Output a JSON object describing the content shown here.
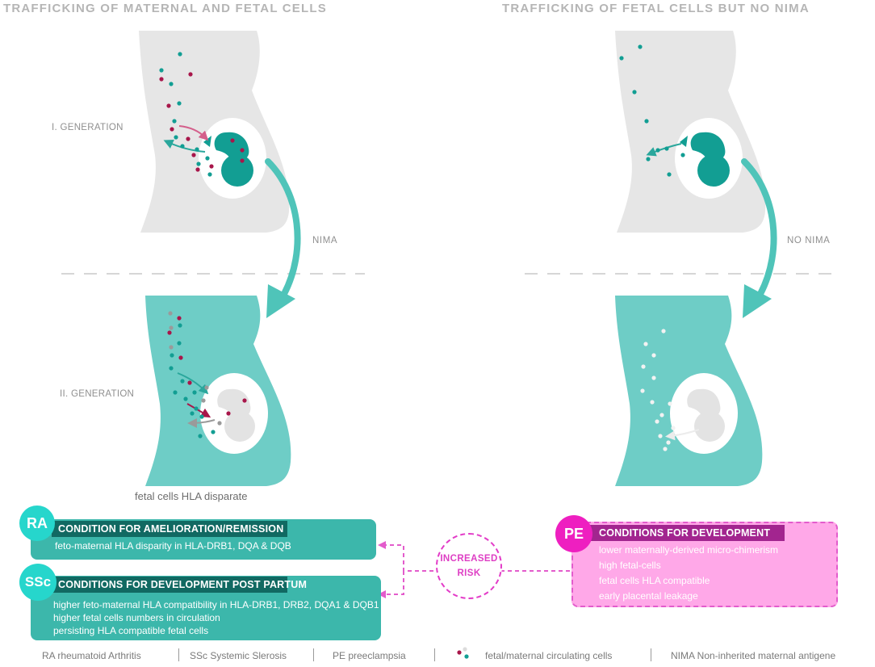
{
  "titles": {
    "left": "TRAFFICKING OF MATERNAL AND FETAL CELLS",
    "right": "TRAFFICKING OF FETAL CELLS BUT NO NIMA"
  },
  "labels": {
    "gen1": "I. GENERATION",
    "gen2": "II. GENERATION",
    "nima": "NIMA",
    "no_nima": "NO NIMA",
    "hla_disparate": "fetal cells HLA disparate"
  },
  "ra": {
    "badge": "RA",
    "title": "CONDITION FOR AMELIORATION/REMISSION",
    "items": [
      "feto-maternal HLA disparity in HLA-DRB1, DQA & DQB"
    ]
  },
  "ssc": {
    "badge": "SSc",
    "title": "CONDITIONS FOR DEVELOPMENT POST PARTUM",
    "items": [
      "higher feto-maternal HLA compatibility in HLA-DRB1, DRB2, DQA1 & DQB1",
      "higher fetal cells numbers in circulation",
      "persisting HLA compatible fetal cells"
    ]
  },
  "pe": {
    "badge": "PE",
    "title": "CONDITIONS FOR DEVELOPMENT",
    "items": [
      "lower maternally-derived micro-chimerism",
      "high fetal-cells",
      "fetal cells HLA compatible",
      "early placental leakage"
    ]
  },
  "risk": {
    "line1": "INCREASED",
    "line2": "RISK"
  },
  "legend": {
    "ra": "RA rheumatoid Arthritis",
    "ssc": "SSc Systemic Slerosis",
    "pe": "PE preeclampsia",
    "cells": "fetal/maternal circulating cells",
    "nima": "NIMA Non-inherited maternal antigene"
  },
  "colors": {
    "teal": "#129e93",
    "light_teal": "#6ecdc6",
    "box_teal": "#3cb7ab",
    "banner_teal": "#116962",
    "maroon": "#a8164a",
    "pink": "#e35ccc",
    "pink_fill": "#ffa8e8",
    "gray": "#e6e6e6"
  },
  "icons": [
    "pregnant-silhouette",
    "fetus",
    "curved-arrow",
    "dashed-connector-arrow",
    "cell-dots"
  ]
}
